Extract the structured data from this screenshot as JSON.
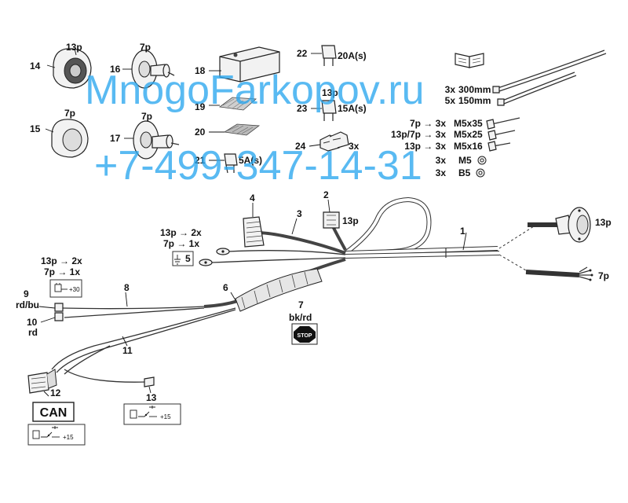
{
  "parts": {
    "p1": "1",
    "p2": "2",
    "p3": "3",
    "p4": "4",
    "p5": "5",
    "p6": "6",
    "p7": "7",
    "p8": "8",
    "p9": "9",
    "p10": "10",
    "p11": "11",
    "p12": "12",
    "p13": "13",
    "p14": "14",
    "p15": "15",
    "p16": "16",
    "p17": "17",
    "p18": "18",
    "p19": "19",
    "p20": "20",
    "p21": "21",
    "p22": "22",
    "p23": "23",
    "p24": "24"
  },
  "sockets": {
    "s14_pin": "13p",
    "s15_pin": "7p",
    "s16_pin": "7p",
    "s17_pin": "7p"
  },
  "fuses": {
    "f22": "20A(s)",
    "f23_pin": "13p",
    "f23": "15A(s)",
    "f21": "5A(s)",
    "f24_qty": "3x"
  },
  "hardware": {
    "rows": [
      {
        "qty": "3x",
        "size": "300mm"
      },
      {
        "qty": "5x",
        "size": "150mm"
      },
      {
        "qty": "7p → 3x",
        "size": "M5x35"
      },
      {
        "qty": "13p/7p → 3x",
        "size": "M5x25"
      },
      {
        "qty": "13p → 3x",
        "size": "M5x16"
      },
      {
        "qty": "3x",
        "size": "M5"
      },
      {
        "qty": "3x",
        "size": "B5"
      }
    ]
  },
  "harness": {
    "c2_pin": "13p",
    "end_13p": "13p",
    "end_7p": "7p",
    "p5_line1": "13p → 2x",
    "p5_line2": "7p → 1x",
    "left_line1": "13p → 2x",
    "left_line2": "7p → 1x",
    "plus30": "+30",
    "p9_color": "rd/bu",
    "p10_color": "rd",
    "p7_color": "bk/rd",
    "stop": "STOP",
    "can": "CAN",
    "plus15a": "+15",
    "plus15b": "+15"
  },
  "watermark": {
    "line1": "MnogoFarkopov.ru",
    "line2": "+7-499-347-14-31"
  },
  "colors": {
    "watermark": "#2aa7ee",
    "ink": "#111111"
  }
}
